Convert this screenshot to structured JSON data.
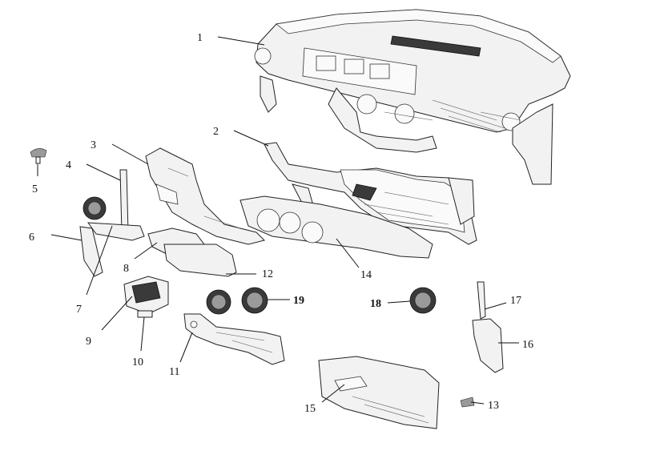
{
  "diagram": {
    "callouts": [
      {
        "id": "1",
        "label": "1",
        "bold": false
      },
      {
        "id": "2",
        "label": "2",
        "bold": false
      },
      {
        "id": "3",
        "label": "3",
        "bold": false
      },
      {
        "id": "4",
        "label": "4",
        "bold": false
      },
      {
        "id": "5",
        "label": "5",
        "bold": false
      },
      {
        "id": "6",
        "label": "6",
        "bold": false
      },
      {
        "id": "7",
        "label": "7",
        "bold": false
      },
      {
        "id": "8",
        "label": "8",
        "bold": false
      },
      {
        "id": "9",
        "label": "9",
        "bold": false
      },
      {
        "id": "10",
        "label": "10",
        "bold": false
      },
      {
        "id": "11",
        "label": "11",
        "bold": false
      },
      {
        "id": "12",
        "label": "12",
        "bold": false
      },
      {
        "id": "13",
        "label": "13",
        "bold": false
      },
      {
        "id": "14",
        "label": "14",
        "bold": false
      },
      {
        "id": "15",
        "label": "15",
        "bold": false
      },
      {
        "id": "16",
        "label": "16",
        "bold": false
      },
      {
        "id": "17",
        "label": "17",
        "bold": false
      },
      {
        "id": "18",
        "label": "18",
        "bold": true
      },
      {
        "id": "19",
        "label": "19",
        "bold": true
      }
    ]
  }
}
